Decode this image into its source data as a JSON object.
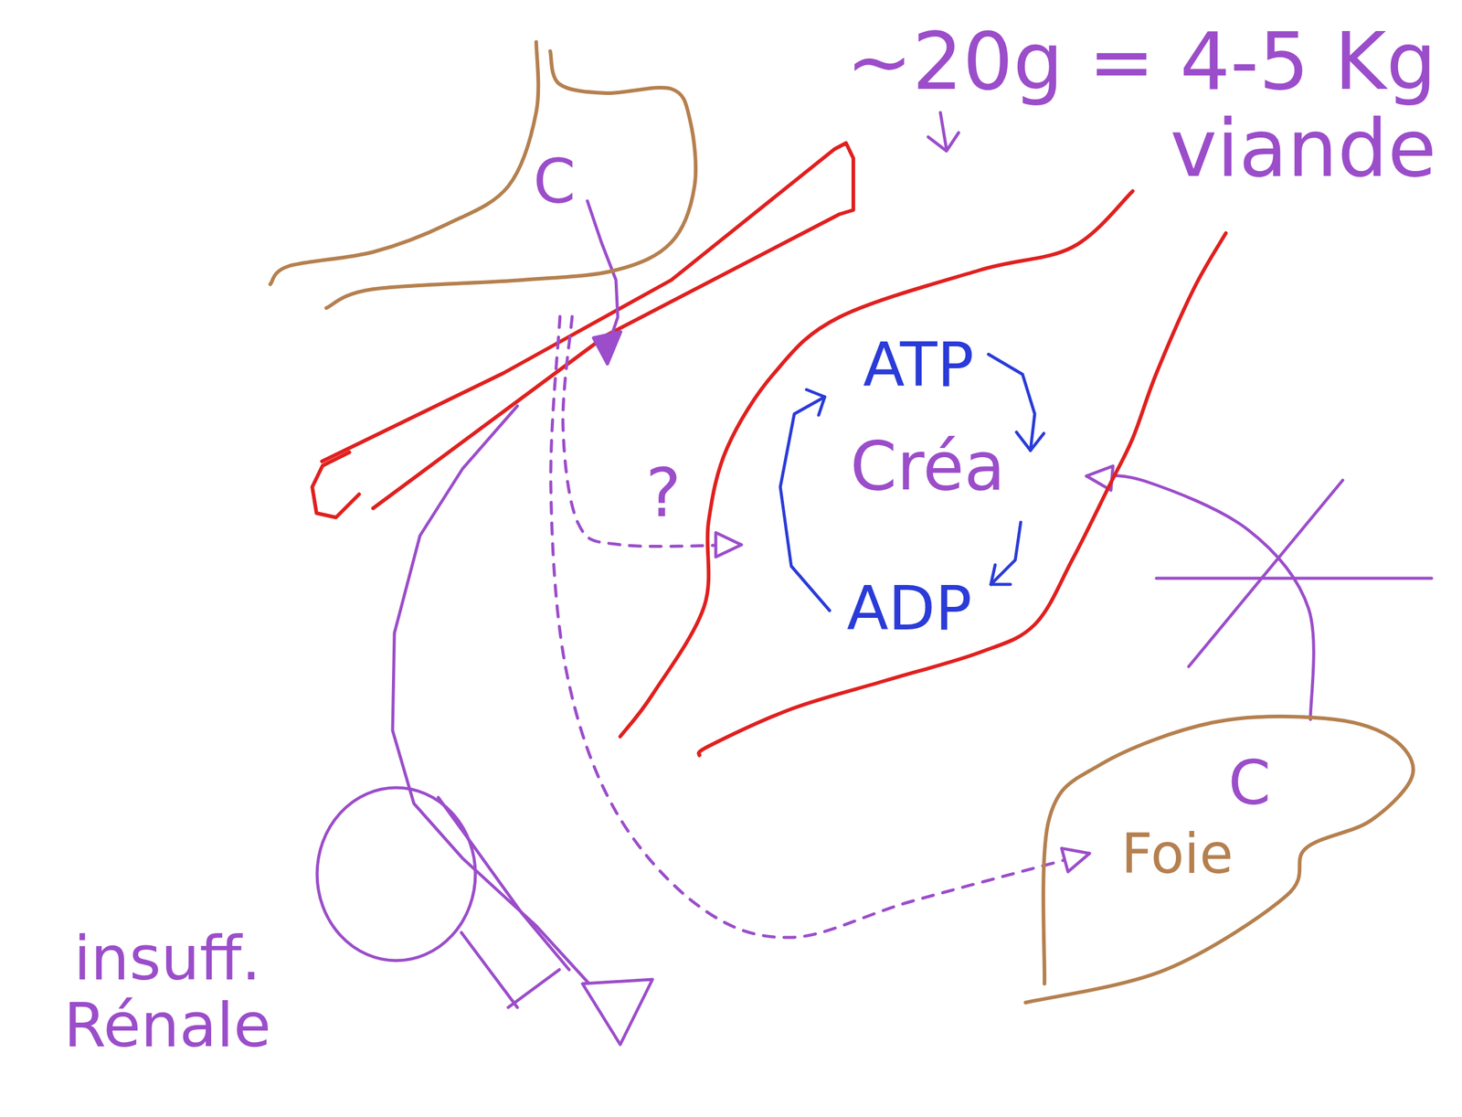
{
  "diagram": {
    "nodes": [
      {
        "text": [
          "C"
        ]
      },
      {
        "text": [
          "ATP",
          "Créa",
          "ADP"
        ]
      },
      {
        "text": [
          "C",
          "Foie"
        ]
      }
    ],
    "edges": [
      {
        "from": 0,
        "to": 1,
        "arrow": "to",
        "label": "?"
      },
      {
        "from": 0,
        "to": 2,
        "arrow": "to"
      },
      {
        "from": 2,
        "to": 1,
        "arrow": "to"
      }
    ],
    "labels": [
      "~20g = 4-5 Kg viande",
      "insuff. Rénale"
    ]
  }
}
